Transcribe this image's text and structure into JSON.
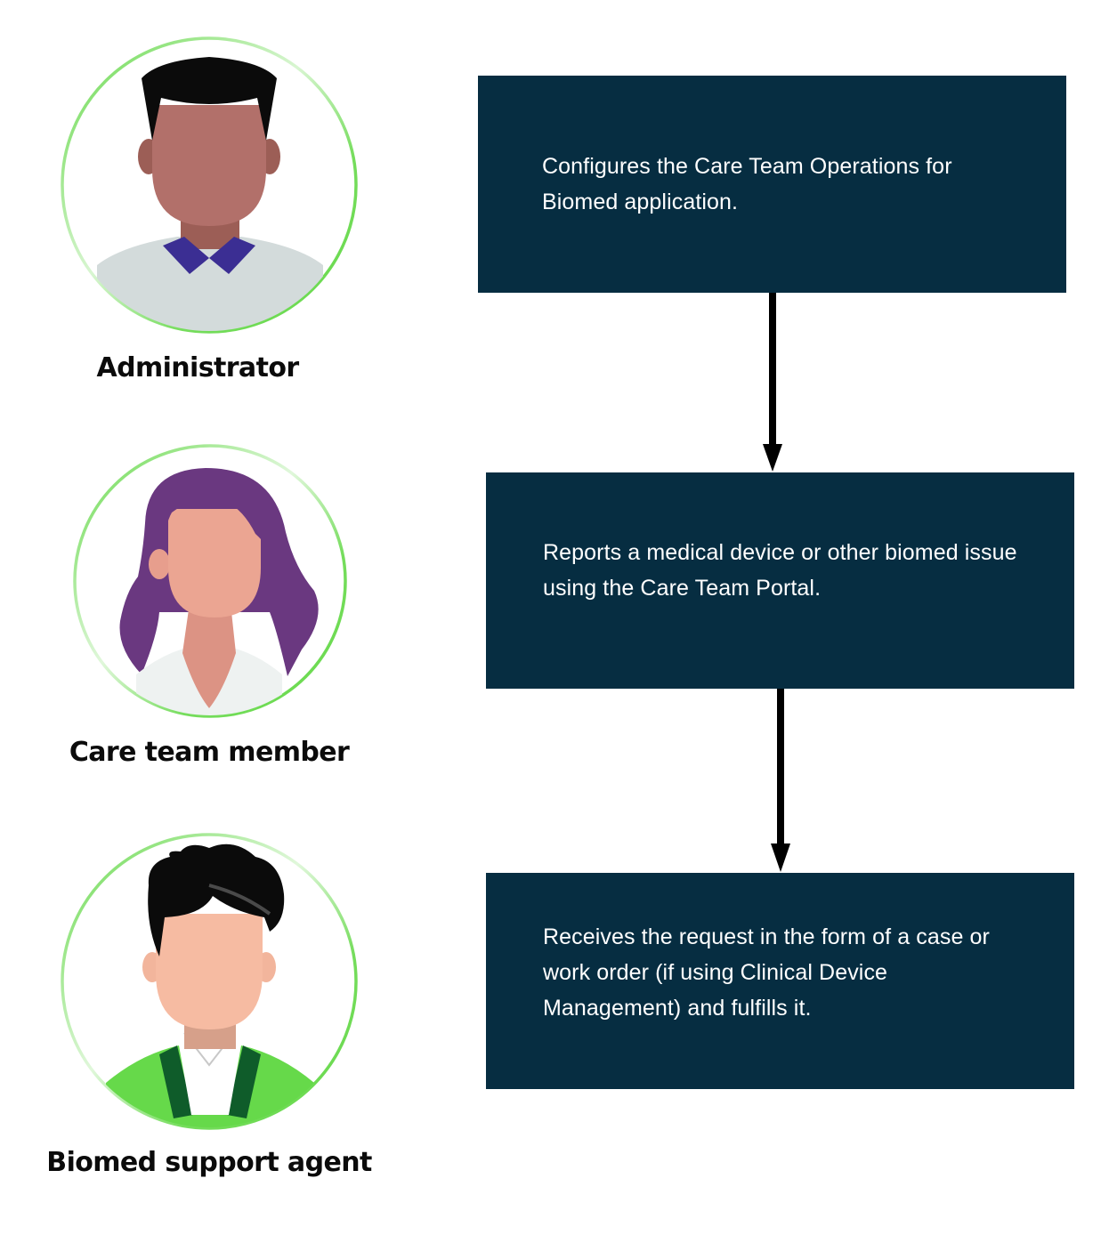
{
  "personas": [
    {
      "label": "Administrator",
      "icon": "administrator-avatar-icon"
    },
    {
      "label": "Care team member",
      "icon": "care-team-member-avatar-icon"
    },
    {
      "label": "Biomed support agent",
      "icon": "biomed-support-agent-avatar-icon"
    }
  ],
  "steps": [
    {
      "text": "Configures the Care Team Operations for Biomed application."
    },
    {
      "text": "Reports a medical device or other biomed issue using the Care Team Portal."
    },
    {
      "text": "Receives the request in the form of a case or work order (if using Clinical Device Management) and fulfills it."
    }
  ],
  "colors": {
    "box_fill": "#062d41",
    "box_text": "#ffffff",
    "ring": "#66d94a",
    "arrow": "#000000",
    "label": "#0b0b0b"
  }
}
